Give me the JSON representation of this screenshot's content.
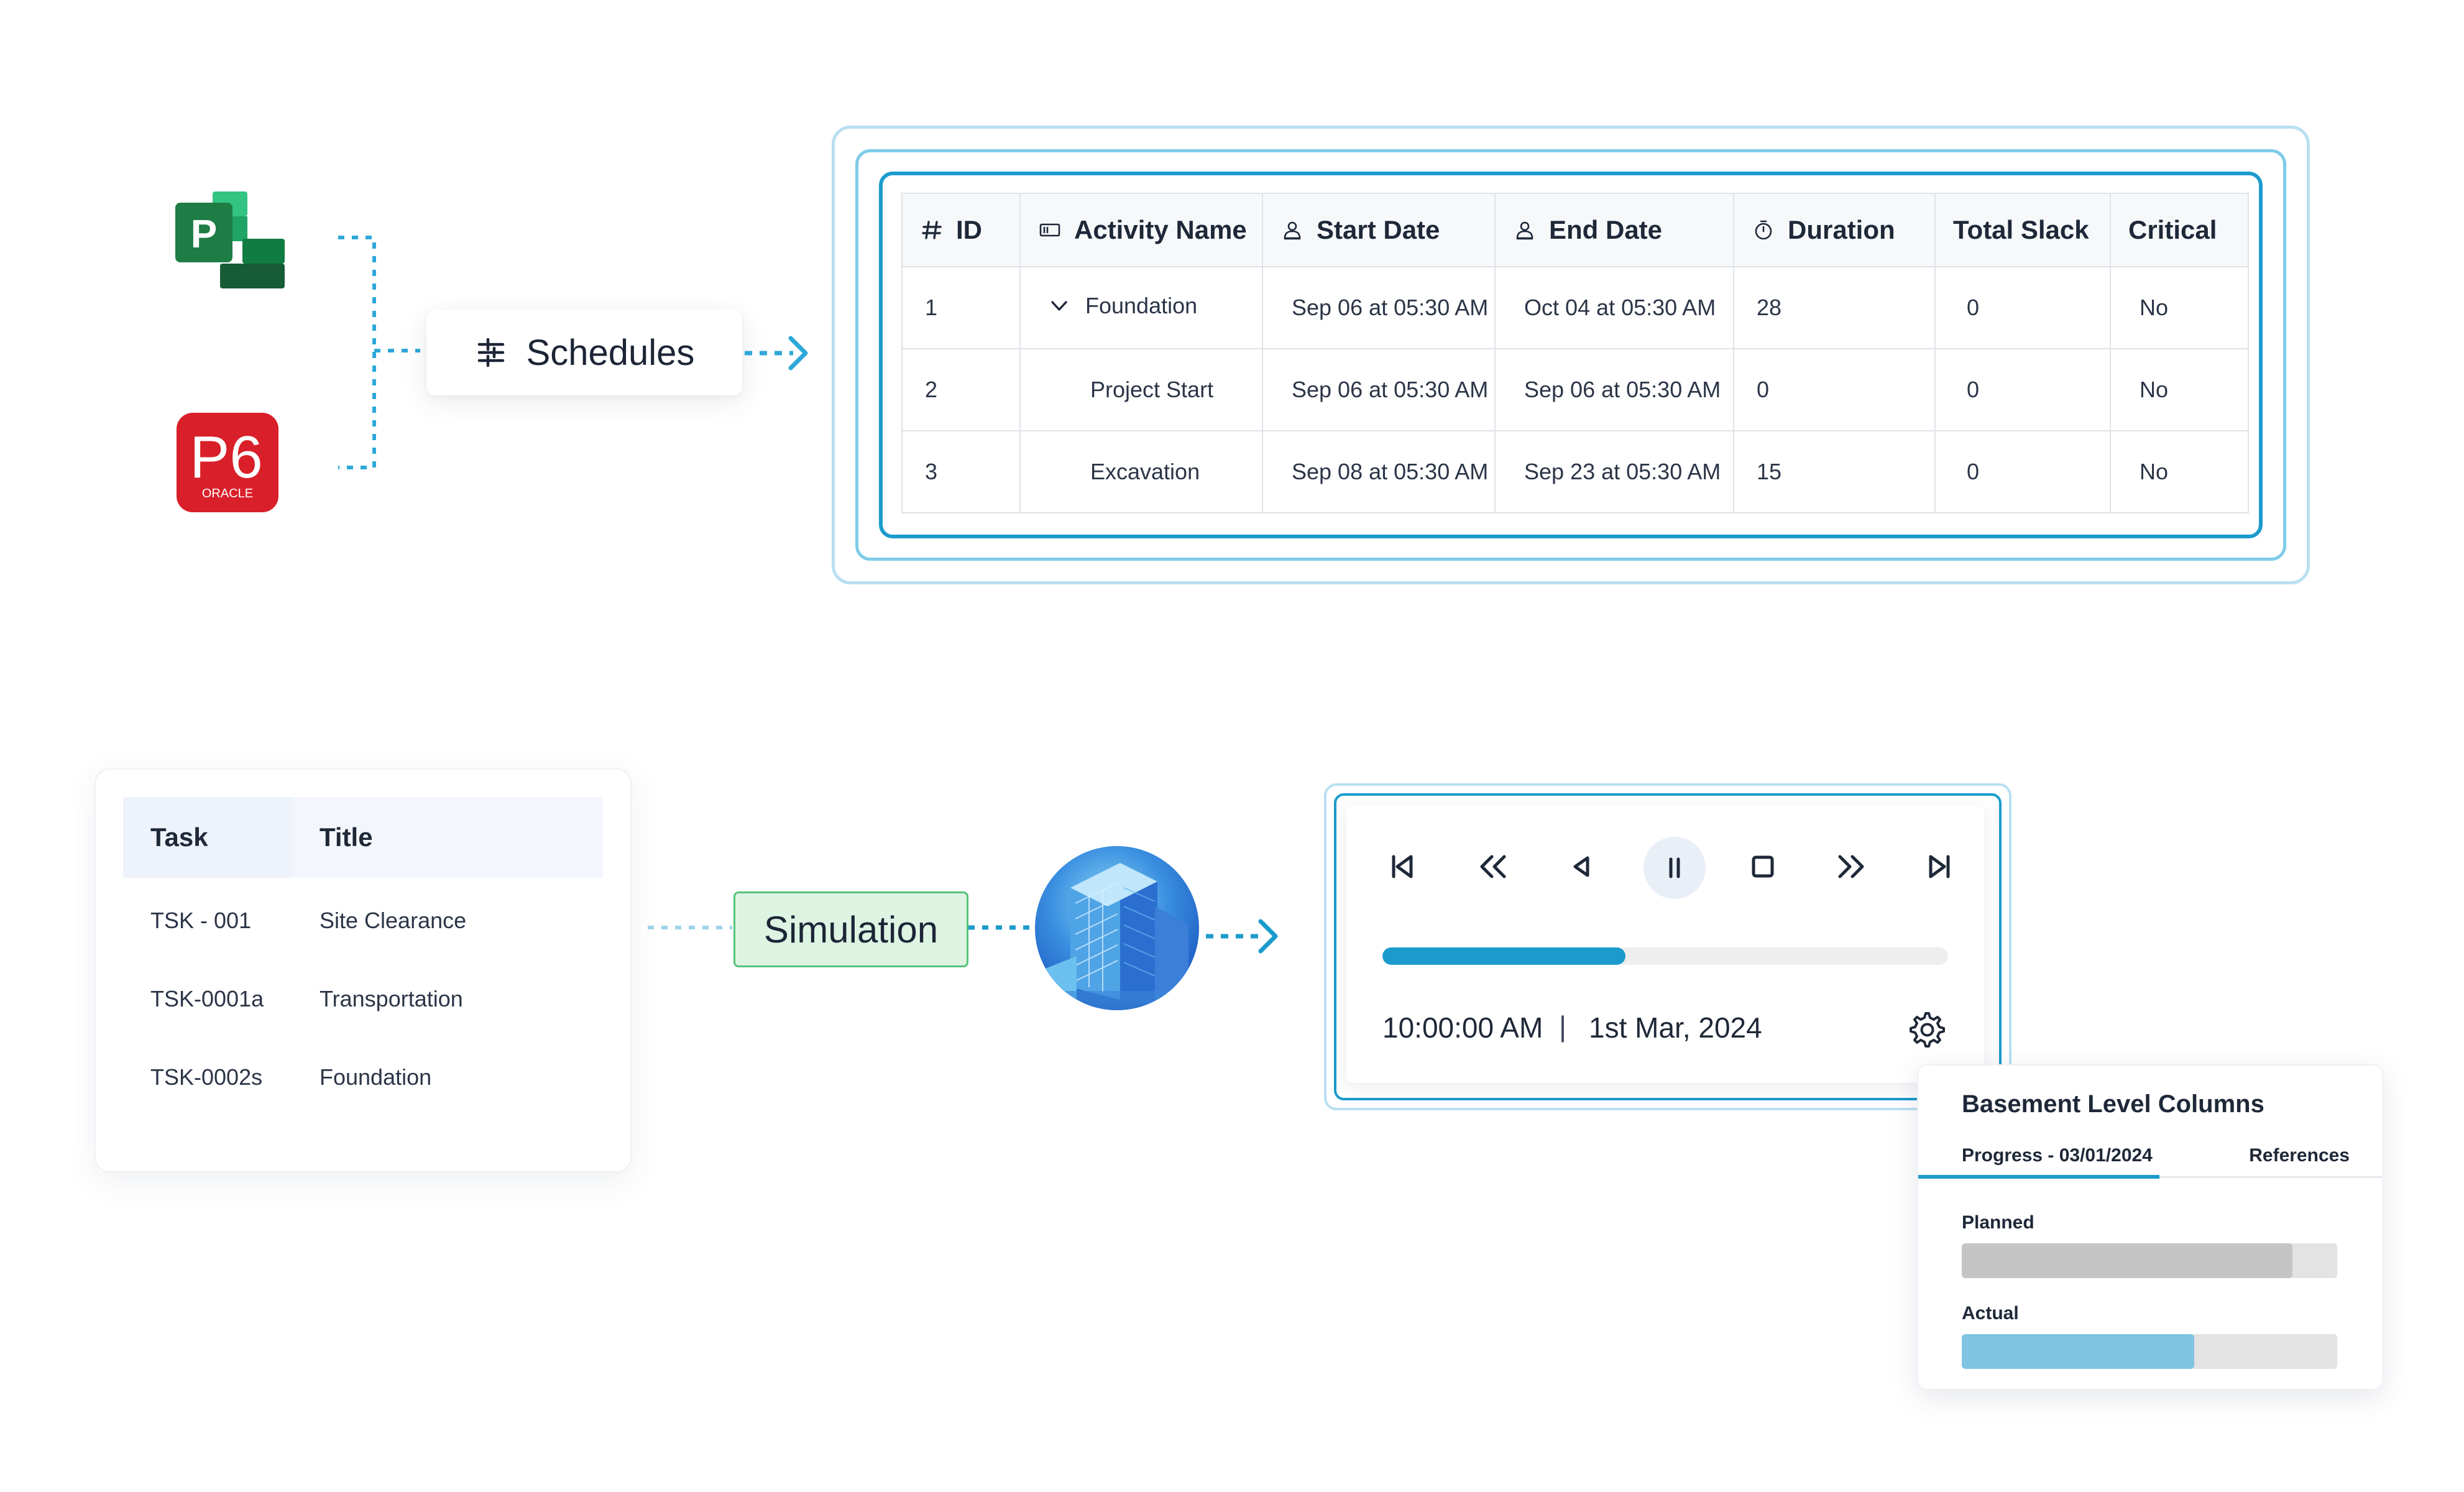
{
  "sources": {
    "ms_project_letter": "P",
    "p6_label": "P6",
    "p6_sublabel": "ORACLE"
  },
  "schedules_chip": {
    "label": "Schedules",
    "icon": "schedule-list-icon"
  },
  "schedule_table": {
    "columns": [
      {
        "label": "ID",
        "icon": "hash-icon"
      },
      {
        "label": "Activity Name",
        "icon": "tag-icon"
      },
      {
        "label": "Start Date",
        "icon": "person-icon"
      },
      {
        "label": "End Date",
        "icon": "person-icon"
      },
      {
        "label": "Duration",
        "icon": "stopwatch-icon"
      },
      {
        "label": "Total Slack",
        "icon": ""
      },
      {
        "label": "Critical",
        "icon": ""
      }
    ],
    "rows": [
      {
        "id": "1",
        "name": "Foundation",
        "start": "Sep 06 at 05:30 AM",
        "end": "Oct 04 at 05:30 AM",
        "duration": "28",
        "slack": "0",
        "critical": "No"
      },
      {
        "id": "2",
        "name": "Project Start",
        "start": "Sep 06 at 05:30 AM",
        "end": "Sep 06 at 05:30 AM",
        "duration": "0",
        "slack": "0",
        "critical": "No"
      },
      {
        "id": "3",
        "name": "Excavation",
        "start": "Sep 08 at 05:30 AM",
        "end": "Sep 23 at 05:30 AM",
        "duration": "15",
        "slack": "0",
        "critical": "No"
      }
    ]
  },
  "task_table": {
    "headers": [
      "Task",
      "Title"
    ],
    "rows": [
      {
        "task": "TSK - 001",
        "title": "Site Clearance"
      },
      {
        "task": "TSK-0001a",
        "title": "Transportation"
      },
      {
        "task": "TSK-0002s",
        "title": "Foundation"
      }
    ]
  },
  "simulation_chip": {
    "label": "Simulation"
  },
  "player": {
    "controls": [
      "skip-to-start-icon",
      "rewind-icon",
      "step-back-icon",
      "pause-icon",
      "stop-icon",
      "fast-forward-icon",
      "skip-to-end-icon"
    ],
    "progress": 0.43,
    "time": "10:00:00 AM",
    "separator": "|",
    "date": "1st Mar, 2024",
    "settings_icon": "gear-icon"
  },
  "progress_card": {
    "title": "Basement Level Columns",
    "tabs": [
      "Progress - 03/01/2024",
      "References"
    ],
    "bars": [
      {
        "label": "Planned",
        "value": 0.88,
        "color": "#c4c4c4"
      },
      {
        "label": "Actual",
        "value": 0.62,
        "color": "#80c4e4"
      }
    ]
  },
  "colors": {
    "accent": "#1b9bcc",
    "frame_light": "#a9d9ef",
    "sim_green": "#56c279",
    "ms_project_green": "#1e7d45",
    "p6_red": "#d9202a"
  }
}
